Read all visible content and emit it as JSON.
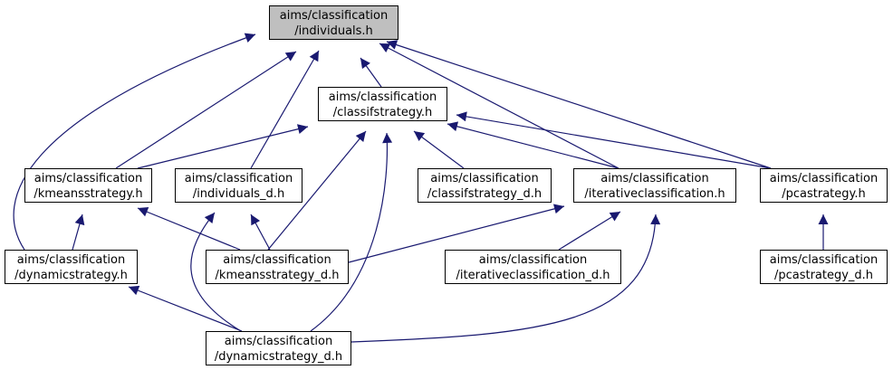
{
  "colors": {
    "edge": "#191970",
    "root_fill": "#bfbfbf",
    "node_fill": "#ffffff",
    "border": "#000000"
  },
  "nodes": [
    {
      "id": "n0",
      "line1": "aims/classification",
      "line2": "/individuals.h"
    },
    {
      "id": "n1",
      "line1": "aims/classification",
      "line2": "/classifstrategy.h"
    },
    {
      "id": "n2",
      "line1": "aims/classification",
      "line2": "/kmeansstrategy.h"
    },
    {
      "id": "n3",
      "line1": "aims/classification",
      "line2": "/individuals_d.h"
    },
    {
      "id": "n4",
      "line1": "aims/classification",
      "line2": "/classifstrategy_d.h"
    },
    {
      "id": "n5",
      "line1": "aims/classification",
      "line2": "/iterativeclassification.h"
    },
    {
      "id": "n6",
      "line1": "aims/classification",
      "line2": "/pcastrategy.h"
    },
    {
      "id": "n7",
      "line1": "aims/classification",
      "line2": "/dynamicstrategy.h"
    },
    {
      "id": "n8",
      "line1": "aims/classification",
      "line2": "/kmeansstrategy_d.h"
    },
    {
      "id": "n9",
      "line1": "aims/classification",
      "line2": "/iterativeclassification_d.h"
    },
    {
      "id": "n10",
      "line1": "aims/classification",
      "line2": "/pcastrategy_d.h"
    },
    {
      "id": "n11",
      "line1": "aims/classification",
      "line2": "/dynamicstrategy_d.h"
    }
  ],
  "edges": [
    {
      "from": "n1",
      "to": "n0"
    },
    {
      "from": "n2",
      "to": "n0"
    },
    {
      "from": "n3",
      "to": "n0"
    },
    {
      "from": "n5",
      "to": "n0"
    },
    {
      "from": "n6",
      "to": "n0"
    },
    {
      "from": "n7",
      "to": "n0"
    },
    {
      "from": "n2",
      "to": "n1"
    },
    {
      "from": "n4",
      "to": "n1"
    },
    {
      "from": "n5",
      "to": "n1"
    },
    {
      "from": "n6",
      "to": "n1"
    },
    {
      "from": "n8",
      "to": "n1"
    },
    {
      "from": "n11",
      "to": "n1"
    },
    {
      "from": "n7",
      "to": "n2"
    },
    {
      "from": "n8",
      "to": "n2"
    },
    {
      "from": "n8",
      "to": "n3"
    },
    {
      "from": "n11",
      "to": "n3"
    },
    {
      "from": "n8",
      "to": "n5"
    },
    {
      "from": "n9",
      "to": "n5"
    },
    {
      "from": "n11",
      "to": "n5"
    },
    {
      "from": "n10",
      "to": "n6"
    },
    {
      "from": "n11",
      "to": "n7"
    }
  ]
}
